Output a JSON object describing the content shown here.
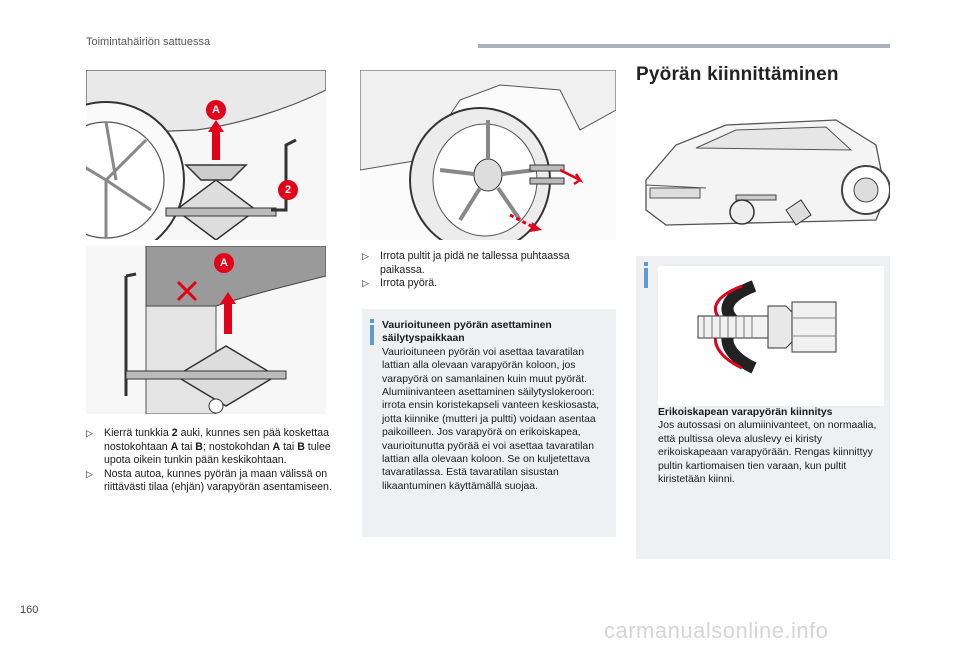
{
  "header": {
    "section_title": "Toimintahäiriön sattuessa"
  },
  "page_number": "160",
  "watermark": "carmanualsonline.info",
  "figures": {
    "jack_marker_a_top": "A",
    "jack_marker_2": "2",
    "jack_marker_a_bottom": "A"
  },
  "left_column": {
    "bullets": [
      {
        "parts": [
          {
            "t": "Kierrä tunkkia "
          },
          {
            "t": "2",
            "b": true
          },
          {
            "t": " auki, kunnes sen pää koskettaa nostokohtaan "
          },
          {
            "t": "A",
            "b": true
          },
          {
            "t": " tai "
          },
          {
            "t": "B",
            "b": true
          },
          {
            "t": "; nostokohdan "
          },
          {
            "t": "A",
            "b": true
          },
          {
            "t": " tai "
          },
          {
            "t": "B",
            "b": true
          },
          {
            "t": " tulee upota oikein tunkin pään keskikohtaan."
          }
        ]
      },
      {
        "parts": [
          {
            "t": "Nosta autoa, kunnes pyörän ja maan välissä on riittävästi tilaa (ehjän) varapyörän asentamiseen."
          }
        ]
      }
    ]
  },
  "middle_column": {
    "bullets": [
      "Irrota pultit ja pidä ne tallessa puhtaassa paikassa.",
      "Irrota pyörä."
    ],
    "info_box": {
      "title": "Vaurioituneen pyörän asettaminen säilytyspaikkaan",
      "text": "Vaurioituneen pyörän voi asettaa tavaratilan lattian alla olevaan varapyörän koloon, jos varapyörä on samanlainen kuin muut pyörät. Alumiinivanteen asettaminen säilytyslokeroon: irrota ensin koristekapseli vanteen keskiosasta, jotta kiinnike (mutteri ja pultti) voidaan asentaa paikoilleen. Jos varapyörä on erikoiskapea, vaurioitunutta pyörää ei voi asettaa tavaratilan lattian alla olevaan koloon. Se on kuljetettava tavaratilassa. Estä tavaratilan sisustan likaantuminen käyttämällä suojaa."
    }
  },
  "right_column": {
    "heading": "Pyörän kiinnittäminen",
    "info_box": {
      "title": "Erikoiskapean varapyörän kiinnitys",
      "text": "Jos autossasi on alumiinivanteet, on normaalia, että pultissa oleva aluslevy ei kiristy erikoiskapeaan varapyörään. Rengas kiinnittyy pultin kartiomaisen tien varaan, kun pultit kiristetään kiinni."
    }
  },
  "bullet_icon": "arrow-bullet-icon",
  "colors": {
    "accent_red": "#e2001a",
    "info_blue": "#5b9bd5",
    "box_bg": "#eef0f2",
    "header_bar": "#aab1ba"
  }
}
